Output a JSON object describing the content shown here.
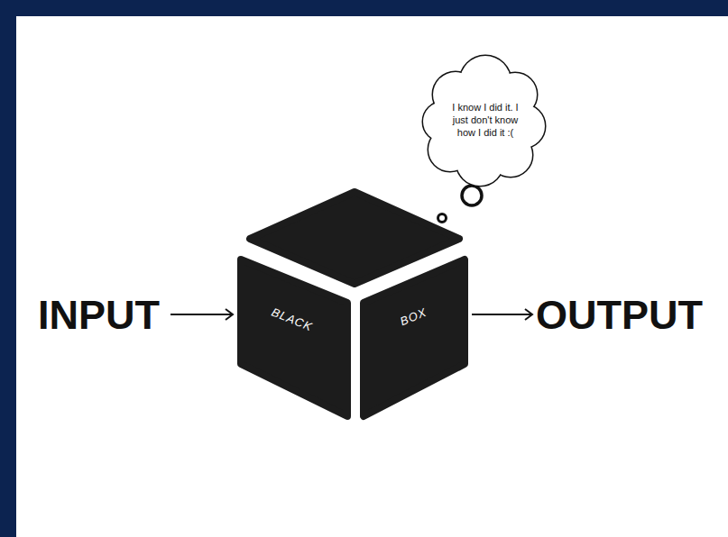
{
  "diagram": {
    "nodes": [
      {
        "text": [
          "I know I did it. I just don't know how I did it :("
        ]
      },
      {
        "text": [
          "BLACK",
          "BOX"
        ]
      }
    ],
    "labels": [
      "INPUT",
      "OUTPUT"
    ]
  }
}
